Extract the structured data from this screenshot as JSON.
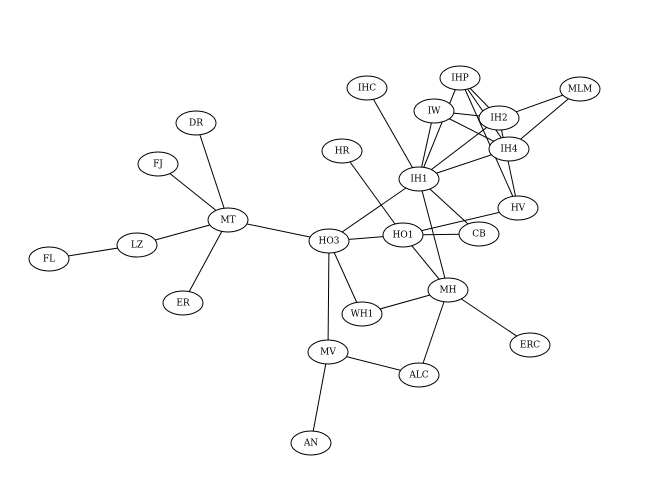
{
  "graph": {
    "nodes": [
      {
        "id": "DR",
        "label": "DR"
      },
      {
        "id": "FJ",
        "label": "FJ"
      },
      {
        "id": "MT",
        "label": "MT"
      },
      {
        "id": "LZ",
        "label": "LZ"
      },
      {
        "id": "FL",
        "label": "FL"
      },
      {
        "id": "ER",
        "label": "ER"
      },
      {
        "id": "HO3",
        "label": "HO3"
      },
      {
        "id": "HR",
        "label": "HR"
      },
      {
        "id": "IHC",
        "label": "IHC"
      },
      {
        "id": "IW",
        "label": "IW"
      },
      {
        "id": "IHP",
        "label": "IHP"
      },
      {
        "id": "IH2",
        "label": "IH2"
      },
      {
        "id": "MLM",
        "label": "MLM"
      },
      {
        "id": "IH4",
        "label": "IH4"
      },
      {
        "id": "IH1",
        "label": "IH1"
      },
      {
        "id": "HV",
        "label": "HV"
      },
      {
        "id": "HO1",
        "label": "HO1"
      },
      {
        "id": "CB",
        "label": "CB"
      },
      {
        "id": "MH",
        "label": "MH"
      },
      {
        "id": "WH1",
        "label": "WH1"
      },
      {
        "id": "ERC",
        "label": "ERC"
      },
      {
        "id": "MV",
        "label": "MV"
      },
      {
        "id": "ALC",
        "label": "ALC"
      },
      {
        "id": "AN",
        "label": "AN"
      }
    ],
    "edges": [
      [
        "DR",
        "MT"
      ],
      [
        "FJ",
        "MT"
      ],
      [
        "LZ",
        "MT"
      ],
      [
        "FL",
        "LZ"
      ],
      [
        "ER",
        "MT"
      ],
      [
        "MT",
        "HO3"
      ],
      [
        "HO3",
        "IH1"
      ],
      [
        "HO3",
        "HO1"
      ],
      [
        "HO3",
        "WH1"
      ],
      [
        "HO3",
        "MV"
      ],
      [
        "HR",
        "HO1"
      ],
      [
        "IHC",
        "IH1"
      ],
      [
        "IW",
        "IH1"
      ],
      [
        "IW",
        "IH2"
      ],
      [
        "IW",
        "IH4"
      ],
      [
        "IHP",
        "IH1"
      ],
      [
        "IHP",
        "IH2"
      ],
      [
        "IHP",
        "IH4"
      ],
      [
        "IHP",
        "HV"
      ],
      [
        "IH2",
        "MLM"
      ],
      [
        "IH2",
        "IH1"
      ],
      [
        "IH2",
        "HV"
      ],
      [
        "MLM",
        "IH4"
      ],
      [
        "IH4",
        "IH1"
      ],
      [
        "IH1",
        "CB"
      ],
      [
        "IH1",
        "MH"
      ],
      [
        "HO1",
        "HV"
      ],
      [
        "HO1",
        "CB"
      ],
      [
        "HO1",
        "MH"
      ],
      [
        "WH1",
        "MH"
      ],
      [
        "MH",
        "ERC"
      ],
      [
        "MH",
        "ALC"
      ],
      [
        "MV",
        "ALC"
      ],
      [
        "MV",
        "AN"
      ]
    ]
  }
}
